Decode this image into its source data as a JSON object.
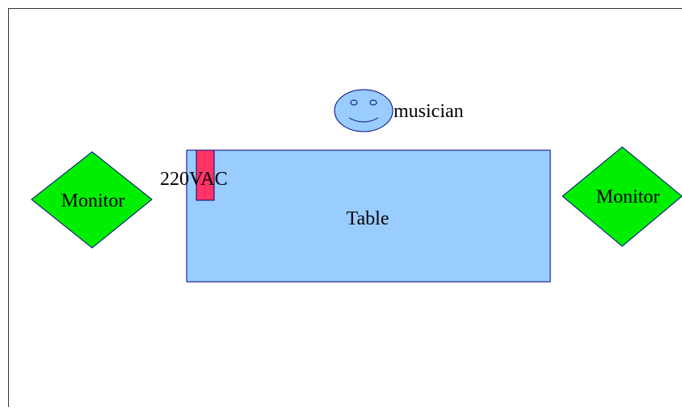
{
  "colors": {
    "background": "#ffffff",
    "border": "#333333",
    "table_fill": "#99ccff",
    "monitor_fill": "#00ee00",
    "head_fill": "#99ccff",
    "power_fill": "#ff3366",
    "stroke": "#000080"
  },
  "musician": {
    "label": "musician",
    "icon": "smiley-face-icon"
  },
  "table": {
    "label": "Table"
  },
  "power": {
    "label": "220VAC"
  },
  "monitors": [
    {
      "label": "Monitor"
    },
    {
      "label": "Monitor"
    }
  ]
}
